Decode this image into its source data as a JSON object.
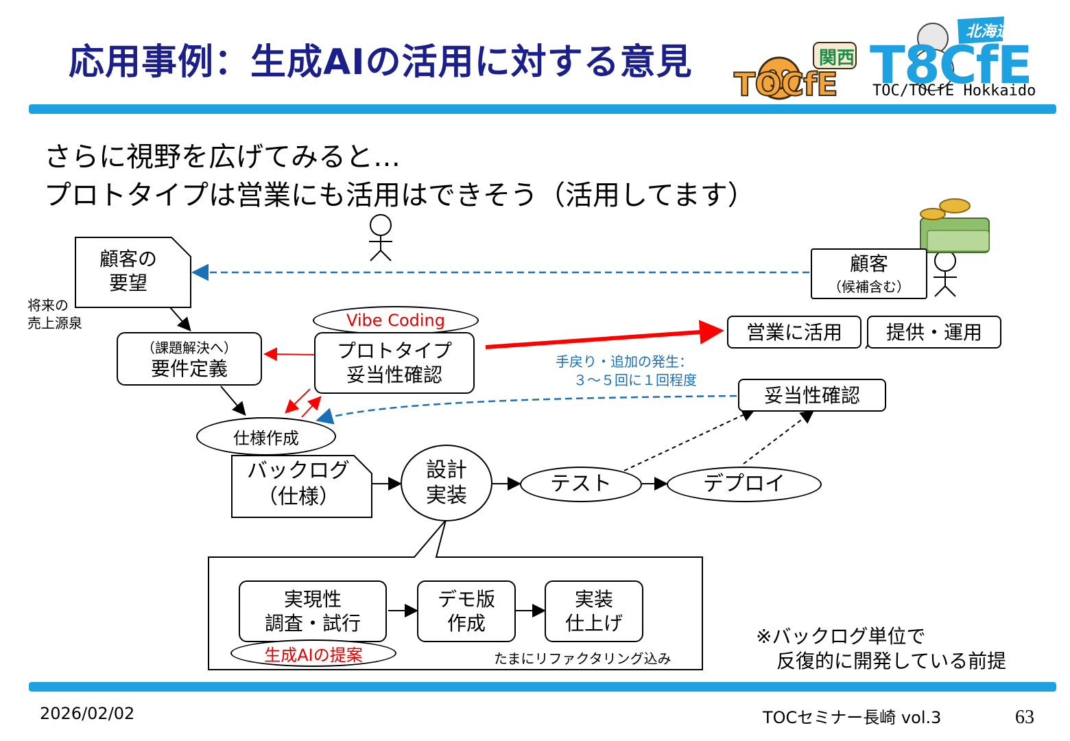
{
  "header": {
    "title": "応用事例：生成AIの活用に対する意見",
    "logo_kansai_badge": "関西",
    "logo_kansai_text": "TOCfE",
    "logo_hokkaido_text": "T8CfE",
    "logo_hokkaido_badge": "北海道",
    "logo_hokkaido_caption": "TOC/TOCfE Hokkaido"
  },
  "intro": {
    "line1": "さらに視野を広げてみると…",
    "line2": "プロトタイプは営業にも活用はできそう（活用してます）"
  },
  "diagram": {
    "customer_request": {
      "line1": "顧客の",
      "line2": "要望"
    },
    "future_revenue": {
      "line1": "将来の",
      "line2": "売上源泉"
    },
    "requirements": {
      "sub": "（課題解決へ）",
      "main": "要件定義"
    },
    "vibe_coding": "Vibe Coding",
    "prototype": {
      "line1": "プロトタイプ",
      "line2": "妥当性確認"
    },
    "spec_creation": "仕様作成",
    "backlog": {
      "line1": "バックログ",
      "line2": "（仕様）"
    },
    "design_impl": {
      "line1": "設計",
      "line2": "実装"
    },
    "test": "テスト",
    "deploy": "デプロイ",
    "customer": {
      "main": "顧客",
      "sub": "（候補含む）"
    },
    "sales_use": "営業に活用",
    "provide_operate": "提供・運用",
    "validation": "妥当性確認",
    "rework_note": {
      "line1": "手戻り・追加の発生：",
      "line2": "３～５回に１回程度"
    },
    "feasibility": {
      "line1": "実現性",
      "line2": "調査・試行"
    },
    "demo": {
      "line1": "デモ版",
      "line2": "作成"
    },
    "impl_finish": {
      "line1": "実装",
      "line2": "仕上げ"
    },
    "genai_proposal": "生成AIの提案",
    "refactoring_note": "たまにリファクタリング込み",
    "premise_note": {
      "line1": "※バックログ単位で",
      "line2": "反復的に開発している前提"
    }
  },
  "footer": {
    "date": "2026/02/02",
    "event": "TOCセミナー長崎 vol.3",
    "page_number": "63"
  },
  "colors": {
    "title": "#1b1f8a",
    "rule": "#1da1e1",
    "red_arrow": "#ff0000",
    "blue_dashed": "#1b6fb5"
  }
}
